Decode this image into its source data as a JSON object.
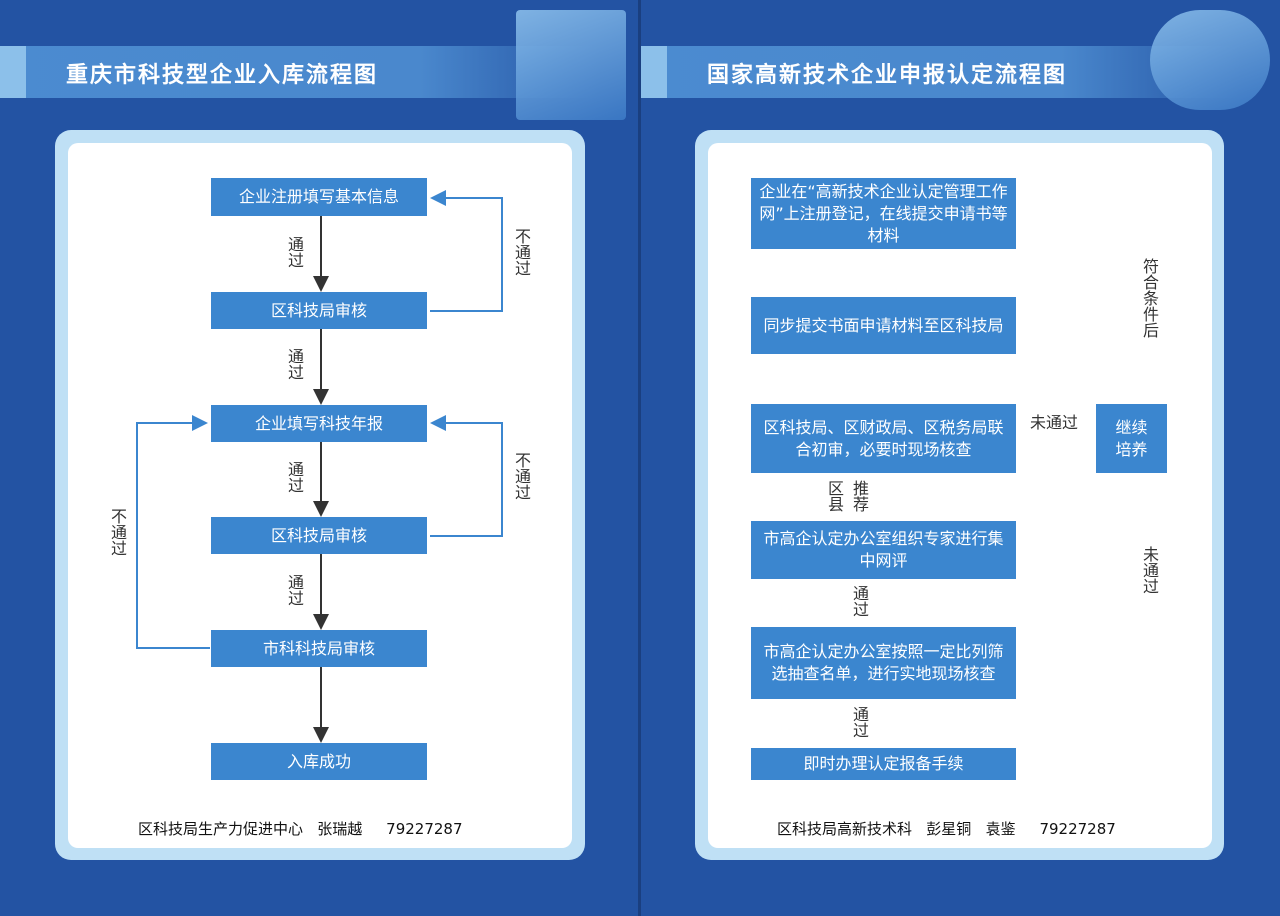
{
  "left": {
    "title": "重庆市科技型企业入库流程图",
    "steps": [
      "企业注册填写基本信息",
      "区科技局审核",
      "企业填写科技年报",
      "区科技局审核",
      "市科科技局审核",
      "入库成功"
    ],
    "pass": "通过",
    "fail": "不通过",
    "footer": "区科技局生产力促进中心   张瑞越     79227287"
  },
  "right": {
    "title": "国家高新技术企业申报认定流程图",
    "steps": [
      "企业在“高新技术企业认定管理工作网”上注册登记，在线提交申请书等材料",
      "同步提交书面申请材料至区科技局",
      "区科技局、区财政局、区税务局联合初审，必要时现场核查",
      "市高企认定办公室组织专家进行集中网评",
      "市高企认定办公室按照一定比列筛选抽查名单，进行实地现场核查",
      "即时办理认定报备手续"
    ],
    "side_box": "继续培养",
    "not_pass": "未通过",
    "qualified": "符合条件后",
    "district": "区县",
    "recommend": "推荐",
    "pass": "通过",
    "footer": "区科技局高新技术科   彭星铜   袁鉴     79227287"
  }
}
